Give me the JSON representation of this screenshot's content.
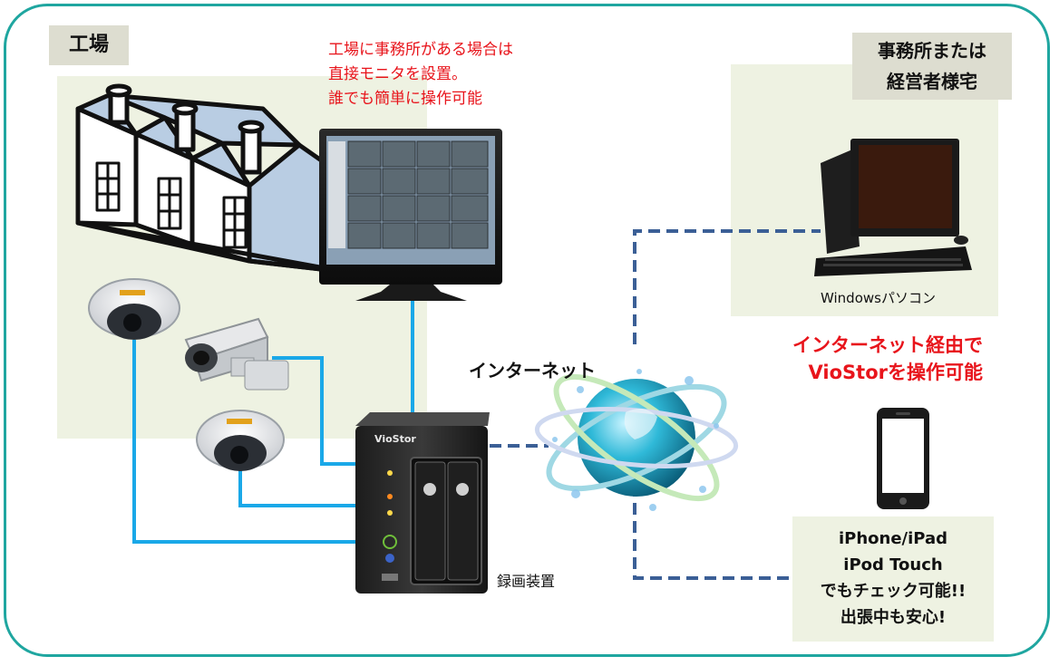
{
  "factory": {
    "title": "工場",
    "note_lines": [
      "工場に事務所がある場合は",
      "直接モニタを設置。",
      "誰でも簡単に操作可能"
    ]
  },
  "office": {
    "title_lines": [
      "事務所または",
      "経営者様宅"
    ],
    "pc_label": "Windowsパソコン"
  },
  "internet": {
    "label": "インターネット",
    "remote_note_lines": [
      "インターネット経由で",
      "VioStorを操作可能"
    ]
  },
  "recorder": {
    "brand": "VioStor",
    "label": "録画装置"
  },
  "mobile": {
    "lines": [
      "iPhone/iPad",
      "iPod Touch",
      "でもチェック可能!!",
      "出張中も安心!"
    ]
  },
  "colors": {
    "frame": "#1fa6a0",
    "zone": "#eef2e2",
    "cable": "#1aa8e8",
    "network": "#3b5f96",
    "note_red": "#e8141b"
  }
}
